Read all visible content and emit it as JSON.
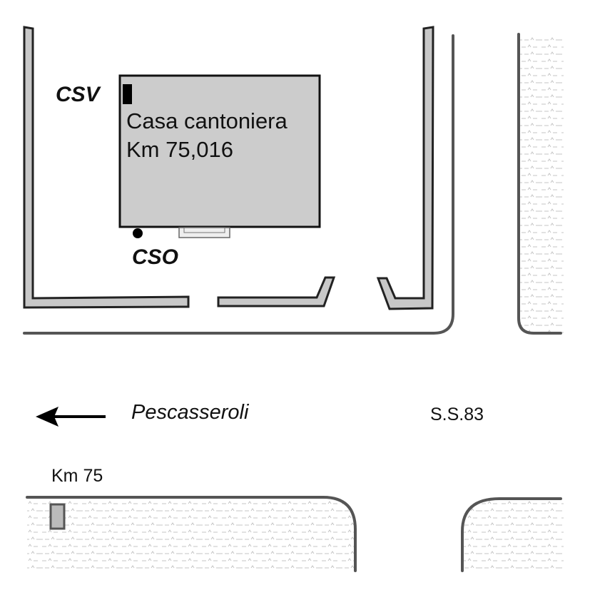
{
  "labels": {
    "csv": "CSV",
    "cso": "CSO",
    "house_line1": "Casa cantoniera",
    "house_line2": "Km 75,016",
    "direction": "Pescasseroli",
    "road": "S.S.83",
    "milestone": "Km 75"
  },
  "colors": {
    "wall_fill": "#c8c8c8",
    "wall_stroke": "#222222",
    "house_fill": "#cccccc",
    "road_edge": "#555555",
    "ground_pattern": "#bfbfbf"
  },
  "icons": {
    "direction_arrow": "arrow-left-icon",
    "csv_marker": "signal-marker-icon",
    "cso_marker": "point-marker-icon",
    "milestone_marker": "milestone-icon"
  }
}
